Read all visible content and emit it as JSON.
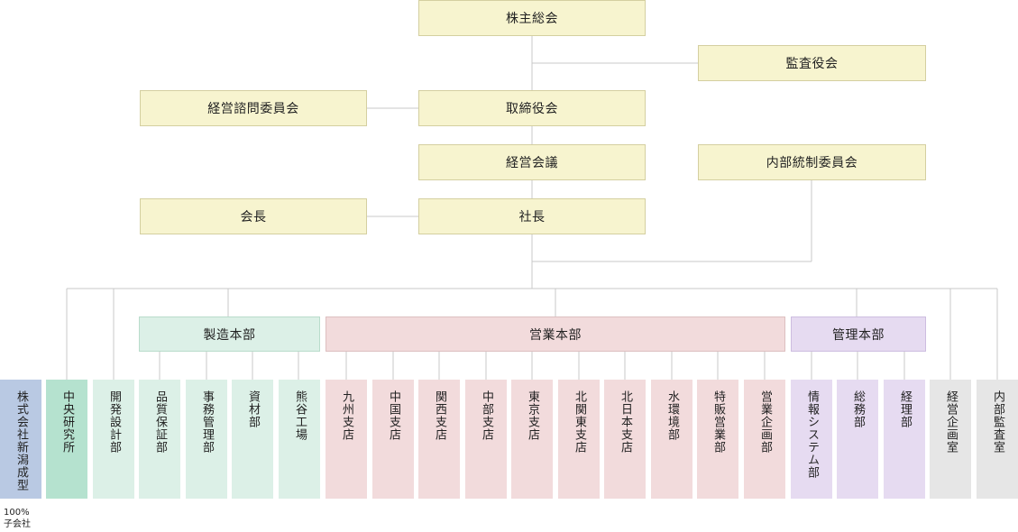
{
  "governance": {
    "shareholders_meeting": "株主総会",
    "audit_board": "監査役会",
    "advisory_committee": "経営諮問委員会",
    "board_of_directors": "取締役会",
    "management_meeting": "経営会議",
    "internal_control_committee": "内部統制委員会",
    "chairman": "会長",
    "president": "社長"
  },
  "divisions": {
    "manufacturing": "製造本部",
    "sales": "営業本部",
    "administration": "管理本部"
  },
  "departments": {
    "subsidiary": "株式会社新潟成型",
    "central_research": "中央研究所",
    "development_design": "開発設計部",
    "quality_assurance": "品質保証部",
    "business_management": "事務管理部",
    "materials": "資材部",
    "kumagaya_plant": "熊谷工場",
    "kyushu_branch": "九州支店",
    "chugoku_branch": "中国支店",
    "kansai_branch": "関西支店",
    "chubu_branch": "中部支店",
    "tokyo_branch": "東京支店",
    "kitakanto_branch": "北関東支店",
    "kitanihon_branch": "北日本支店",
    "water_env": "水環境部",
    "special_sales": "特販営業部",
    "sales_planning": "営業企画部",
    "info_systems": "情報システム部",
    "general_affairs": "総務部",
    "accounting": "経理部",
    "corporate_planning": "経営企画室",
    "internal_audit": "内部監査室"
  },
  "subsidiary_note": {
    "percent": "100%",
    "label": "子会社"
  },
  "colors": {
    "governance_box": "#f7f4cf",
    "manufacturing": "#dcf0e7",
    "research": "#b5e2cf",
    "sales": "#f2dbdc",
    "administration": "#e6dbf1",
    "staff_office": "#e6e6e6",
    "subsidiary": "#b9c9e3",
    "connector": "#c8c8c8"
  }
}
